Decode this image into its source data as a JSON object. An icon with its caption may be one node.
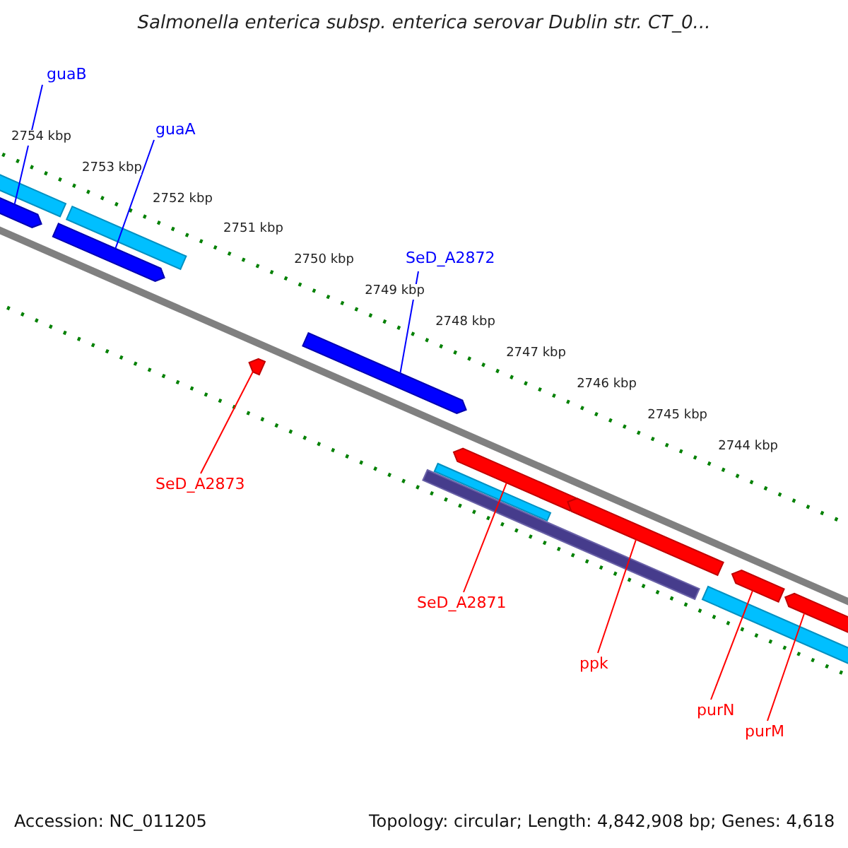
{
  "diagram": {
    "title": "Salmonella enterica subsp. enterica serovar Dublin str. CT_0...",
    "nodes": [
      {
        "text": [
          "guaB"
        ]
      },
      {
        "text": [
          "guaA"
        ]
      },
      {
        "text": [
          "SeD_A2872"
        ]
      },
      {
        "text": [
          "SeD_A2873"
        ]
      },
      {
        "text": [
          "SeD_A2871"
        ]
      },
      {
        "text": [
          "ppk"
        ]
      },
      {
        "text": [
          "purN"
        ]
      },
      {
        "text": [
          "purM"
        ]
      },
      {
        "text": [],
        "shape": "bar"
      },
      {
        "text": [],
        "shape": "bar"
      },
      {
        "text": [],
        "shape": "bar"
      },
      {
        "text": [],
        "shape": "bar"
      },
      {
        "text": [],
        "shape": "bar"
      },
      {
        "text": [],
        "shape": "bar"
      },
      {
        "text": [],
        "shape": "bar"
      },
      {
        "text": [],
        "shape": "bar"
      }
    ],
    "edges": [
      {
        "from": 0,
        "to": 8,
        "arrow": "none",
        "color": "#0000ff"
      },
      {
        "from": 1,
        "to": 9,
        "arrow": "none",
        "color": "#0000ff"
      },
      {
        "from": 2,
        "to": 10,
        "arrow": "none",
        "color": "#0000ff"
      },
      {
        "from": 3,
        "to": 11,
        "arrow": "none"
      },
      {
        "from": 4,
        "to": 12,
        "arrow": "none"
      },
      {
        "from": 5,
        "to": 13,
        "arrow": "none"
      },
      {
        "from": 6,
        "to": 14,
        "arrow": "none"
      },
      {
        "from": 7,
        "to": 15,
        "arrow": "none"
      }
    ],
    "labels": [
      "2754 kbp",
      "2753 kbp",
      "2752 kbp",
      "2751 kbp",
      "2750 kbp",
      "2749 kbp",
      "2748 kbp",
      "2747 kbp",
      "2746 kbp",
      "2745 kbp",
      "2744 kbp",
      "Accession: NC_011205",
      "Topology: circular; Length: 4,842,908 bp; Genes: 4,618"
    ]
  }
}
